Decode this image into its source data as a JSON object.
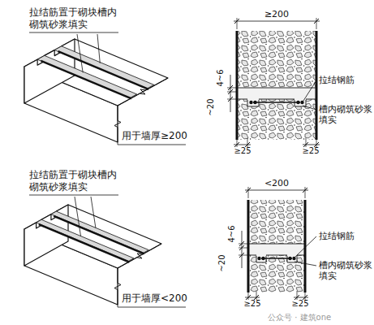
{
  "diagram": {
    "labels": [
      "拉结筋置于砌块槽内 砌筑砂浆填实",
      "用于墙厚≥200",
      "≥200",
      "4~6",
      "~20",
      "拉结钢筋",
      "槽内砌筑砂浆 填实",
      "≥25",
      "≥25",
      "拉结筋置于砌块槽内 砌筑砂浆填实",
      "用于墙厚<200",
      "<200",
      "4~6",
      "~20",
      "拉结钢筋",
      "槽内砌筑砂浆 填实",
      "≥25",
      "≥25",
      "公众号 · 建筑one"
    ]
  }
}
